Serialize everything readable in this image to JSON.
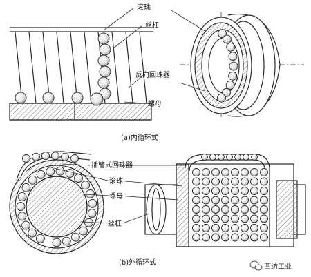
{
  "diagram": {
    "top": {
      "labels": {
        "ball": "滚珠",
        "screw": "丝杠",
        "deflector": "反向回珠器",
        "nut": "螺母"
      },
      "caption": "(a)内循环式"
    },
    "bottom": {
      "labels": {
        "return_tube": "插管式回珠器",
        "ball": "滚珠",
        "nut": "螺母",
        "screw": "丝杠"
      },
      "caption": "(b)外循环式"
    }
  },
  "watermark": {
    "icon": "wechat-icon",
    "text": "西纺工业"
  },
  "colors": {
    "line": "#2b2b2b",
    "hatch": "#6a6a6a",
    "background": "#ffffff"
  }
}
